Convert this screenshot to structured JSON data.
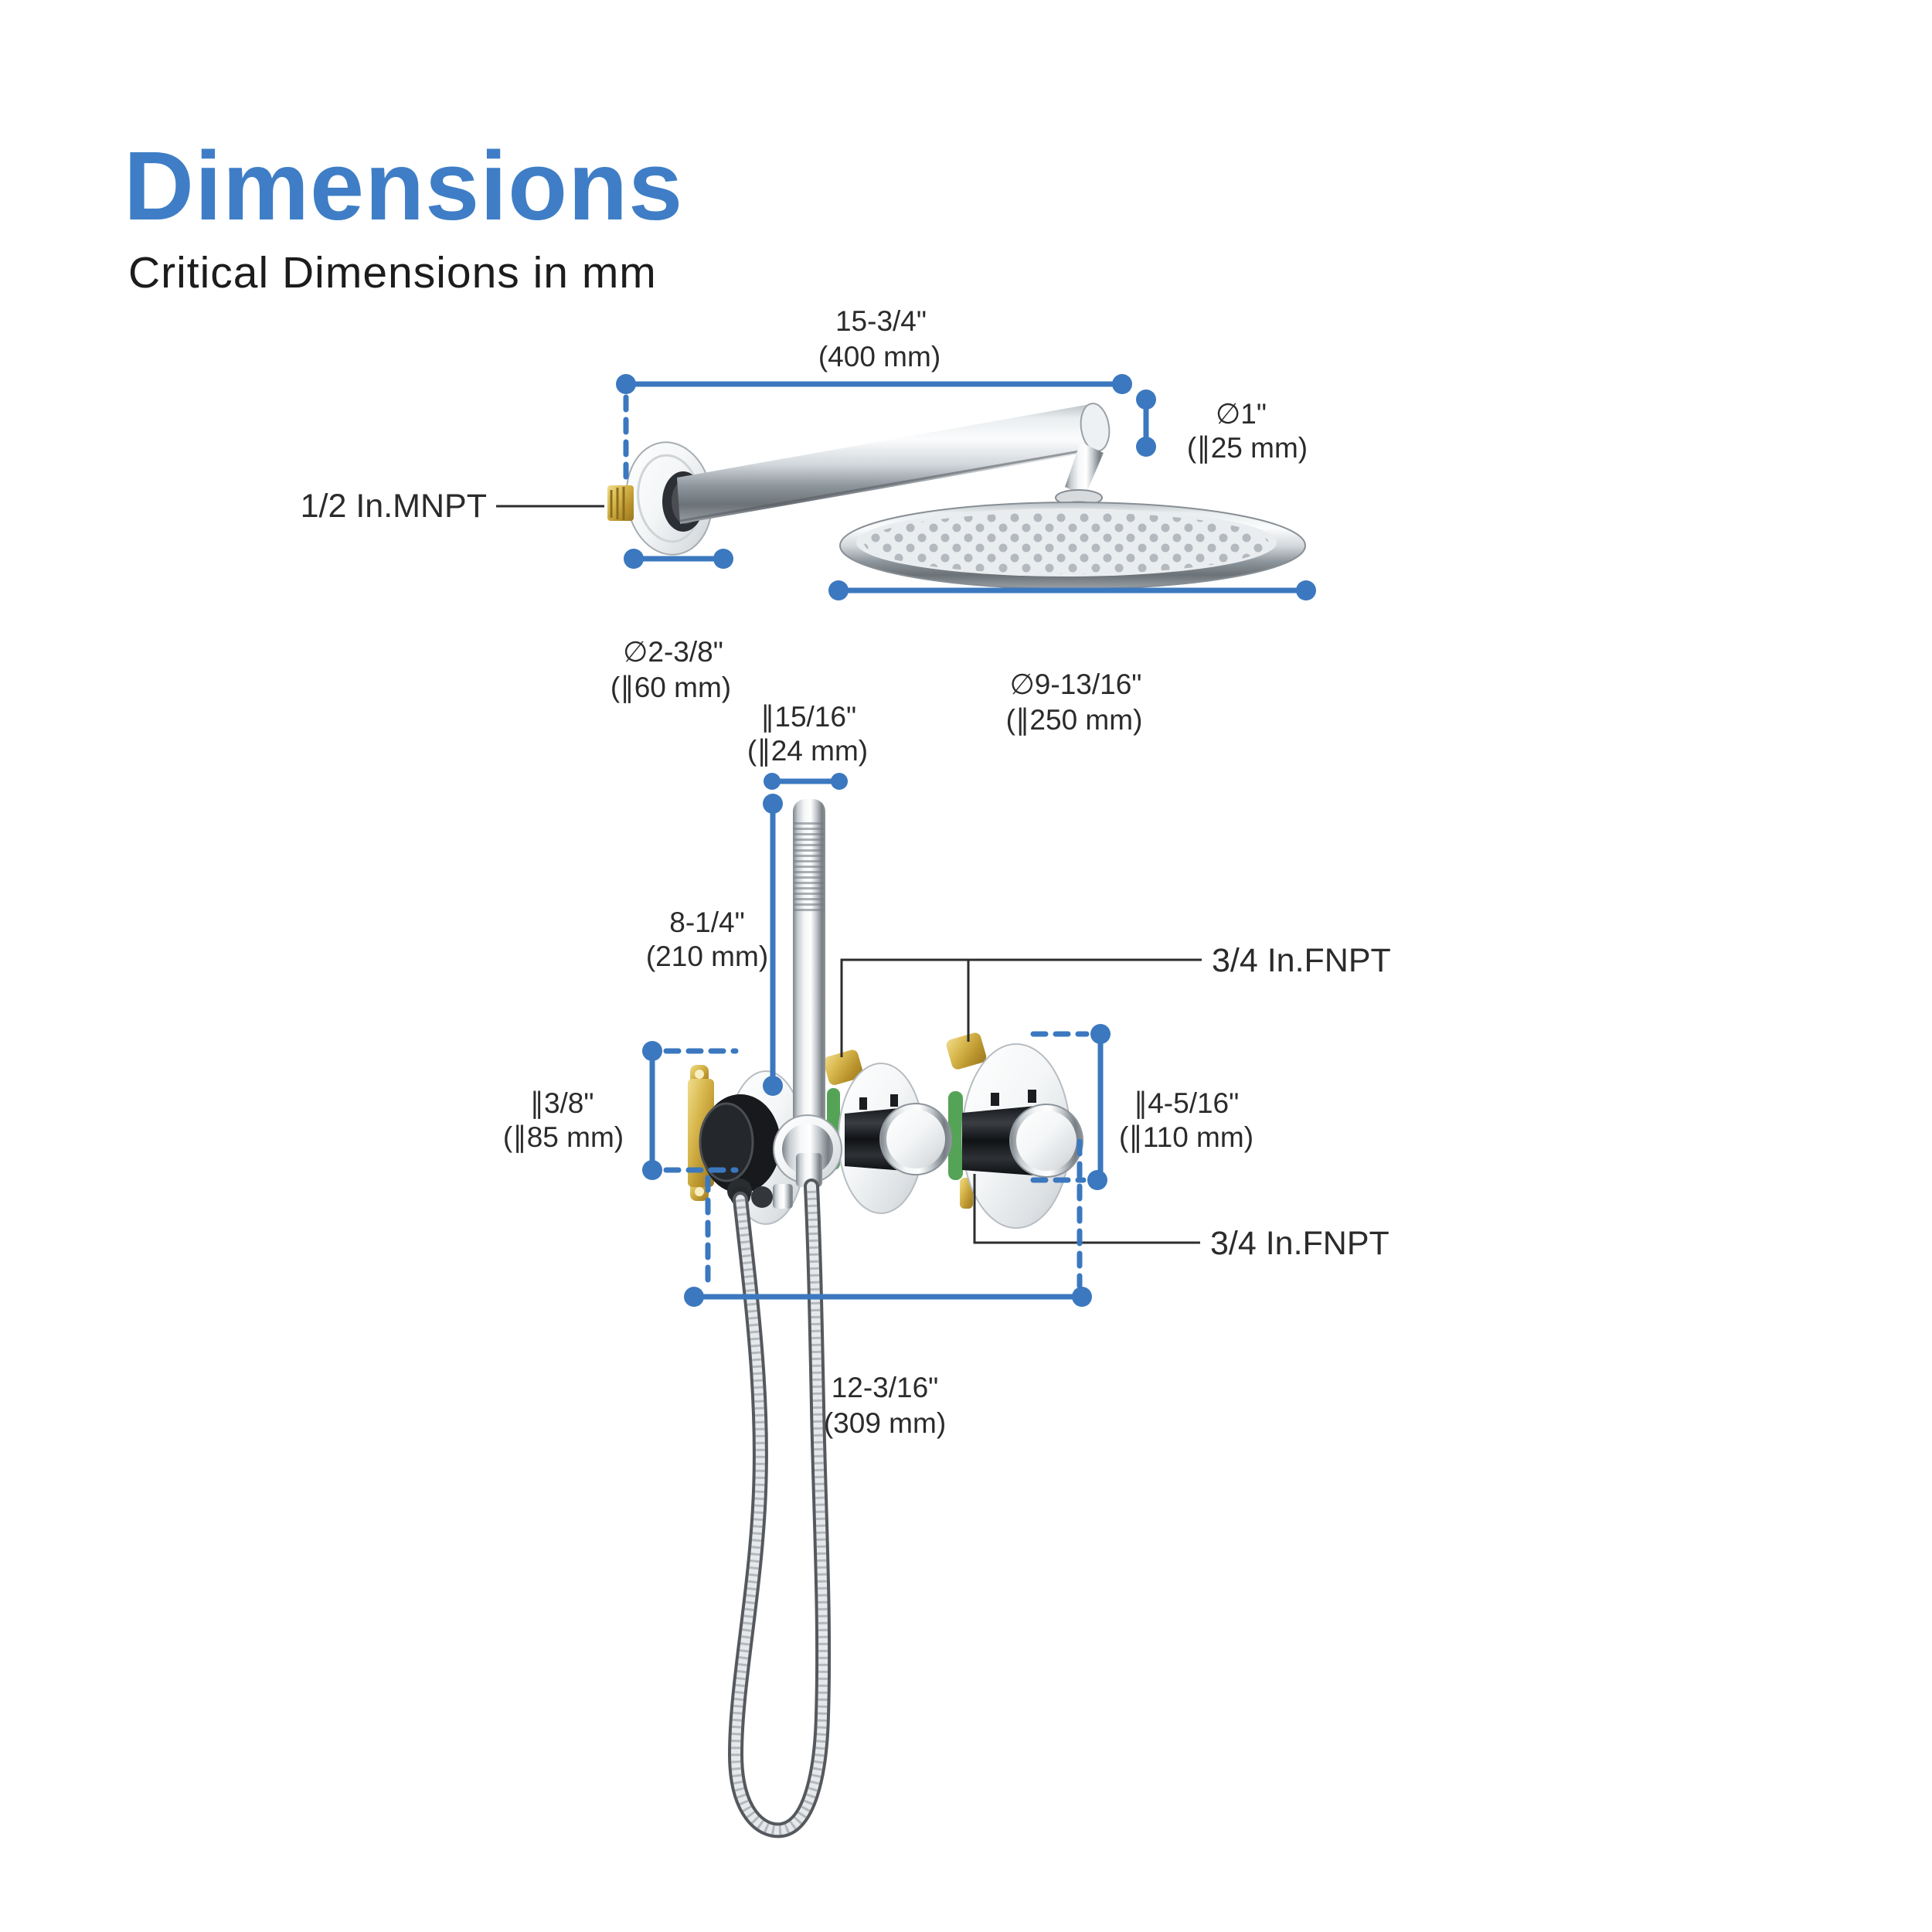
{
  "header": {
    "title": "Dimensions",
    "subtitle": "Critical Dimensions in mm"
  },
  "colors": {
    "accent_dimension_blue": "#3b78bf",
    "title_blue": "#3f7ec6",
    "text": "#2b2b2b",
    "leader_black": "#2d2d2d",
    "brass": "#c9a23a",
    "gasket_green": "#55a357",
    "chrome_light": "#f4f6f7",
    "chrome_dark": "#6b7278"
  },
  "top_diagram": {
    "name": "wall mount rain shower head with arm",
    "labels": {
      "arm_length": {
        "inch": "15-3/4\"",
        "mm": "(400 mm)"
      },
      "arm_diameter": {
        "inch": "∅1\"",
        "mm": "(∥25 mm)"
      },
      "wall_thread": "1/2 In.MNPT",
      "flange_diameter": {
        "inch": "∅2-3/8\"",
        "mm": "(∥60 mm)"
      },
      "head_diameter": {
        "inch": "∅9-13/16\"",
        "mm": "(∥250 mm)"
      }
    }
  },
  "bottom_diagram": {
    "name": "thermostatic valve trim with hand shower",
    "labels": {
      "wand_diameter": {
        "inch": "∥15/16\"",
        "mm": "(∥24 mm)"
      },
      "wand_length": {
        "inch": "8-1/4\"",
        "mm": "(210 mm)"
      },
      "inlet_ports": "3/4 In.FNPT",
      "outlet_port": "3/4 In.FNPT",
      "holder_diameter": {
        "inch": "∥3/8\"",
        "mm": "(∥85 mm)"
      },
      "trim_diameter": {
        "inch": "∥4-5/16\"",
        "mm": "(∥110 mm)"
      },
      "rough_in_width": {
        "inch": "12-3/16\"",
        "mm": "(309 mm)"
      }
    }
  }
}
